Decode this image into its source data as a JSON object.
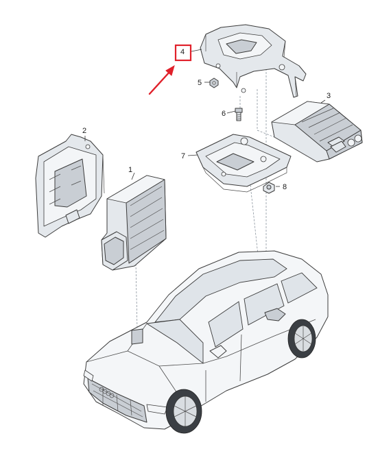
{
  "parts": [
    {
      "number": "1"
    },
    {
      "number": "2"
    },
    {
      "number": "3"
    },
    {
      "number": "4"
    },
    {
      "number": "5"
    },
    {
      "number": "6"
    },
    {
      "number": "7"
    },
    {
      "number": "8"
    }
  ],
  "highlight": {
    "part_number": "4",
    "color": "#e0202a"
  },
  "colors": {
    "line": "#3a3a3a",
    "fill": "#e4e8ec",
    "accent": "#e0202a"
  }
}
